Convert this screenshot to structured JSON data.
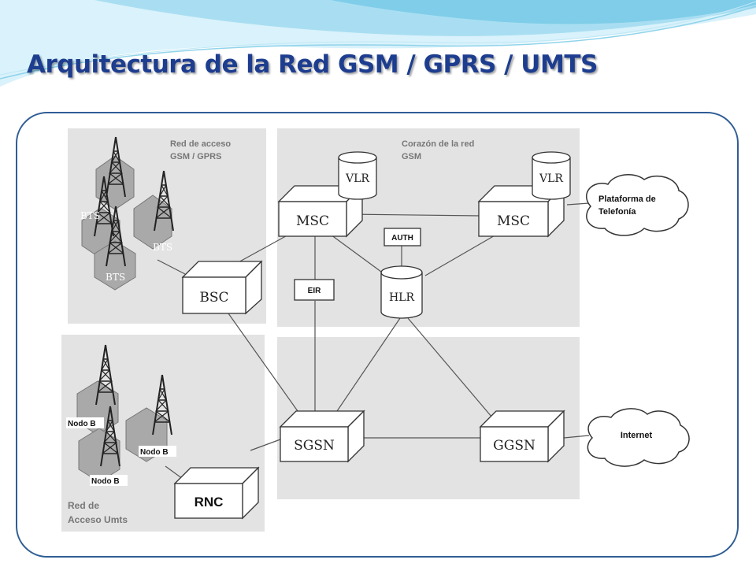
{
  "slide": {
    "title": "Arquitectura de la Red GSM / GPRS / UMTS"
  },
  "colors": {
    "title": "#1d3d8f",
    "frame_border": "#2f5d95",
    "region_fill": "#e3e3e3",
    "wave_light": "#c8ecf8",
    "wave_dark": "#7fcde9"
  },
  "diagram": {
    "regions": {
      "gsm_access": "Red de acceso\nGSM / GPRS",
      "core": "Corazón de la red\nGSM",
      "umts_access": "Red de\nAcceso Umts"
    },
    "bts_labels": [
      "BTS",
      "BTS",
      "BTS"
    ],
    "nodeb_labels": [
      "Nodo B",
      "Nodo B",
      "Nodo B"
    ],
    "nodes": {
      "bsc": "BSC",
      "msc_left": "MSC",
      "msc_right": "MSC",
      "vlr_left": "VLR",
      "vlr_right": "VLR",
      "auth": "AUTH",
      "eir": "EIR",
      "hlr": "HLR",
      "sgsn": "SGSN",
      "ggsn": "GGSN",
      "rnc": "RNC"
    },
    "clouds": {
      "telephony": "Plataforma de\nTelefonía",
      "internet": "Internet"
    }
  }
}
